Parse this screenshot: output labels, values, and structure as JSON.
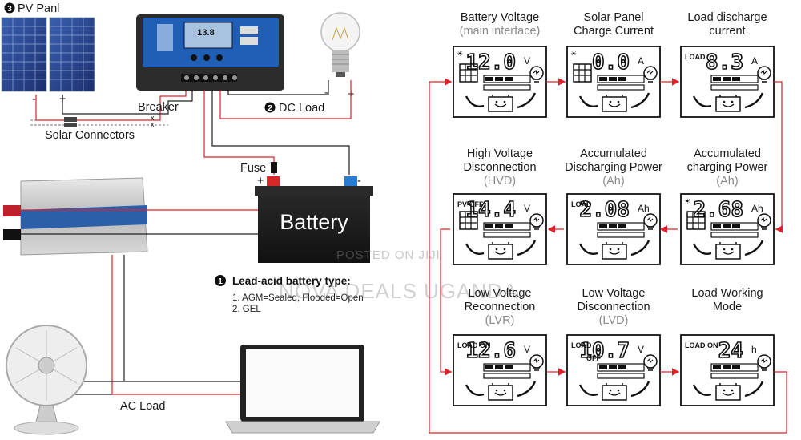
{
  "wiring": {
    "pv_panel_number": "3",
    "pv_panel_label": "PV Panl",
    "pv_minus": "-",
    "pv_plus": "+",
    "breaker_label": "Breaker",
    "solar_connectors_label": "Solar Connectors",
    "dc_load_number": "2",
    "dc_load_label": "DC Load",
    "dc_minus": "-",
    "dc_plus": "+",
    "fuse_label": "Fuse",
    "battery_label": "Battery",
    "battery_plus": "+",
    "battery_minus": "-",
    "battery_type_number": "1",
    "battery_type_title": "Lead-acid battery type:",
    "battery_type_1": "1. AGM=Sealed, Flooded=Open",
    "battery_type_2": "2. GEL",
    "ac_load_label": "AC Load",
    "controller_display": "13.8"
  },
  "watermark": {
    "posted": "POSTED ON JIJI",
    "seller": "NOVA DEALS UGANDA"
  },
  "modes": [
    {
      "title1": "Battery Voltage",
      "title2": "(main interface)",
      "tag": "",
      "value": "12.0",
      "unit": "V"
    },
    {
      "title1": "Solar Panel",
      "title2": "Charge Current",
      "tag": "",
      "value": "0.0",
      "unit": "A"
    },
    {
      "title1": "Load discharge",
      "title2": "current",
      "tag": "LOAD",
      "value": "8.3",
      "unit": "A"
    },
    {
      "title1": "High Voltage",
      "title2": "Disconnection",
      "title3": "(HVD)",
      "tag": "PV OFF",
      "value": "14.4",
      "unit": "V"
    },
    {
      "title1": "Accumulated",
      "title2": "Discharging Power",
      "title3": "(Ah)",
      "tag": "LOAD",
      "value": "2.08",
      "unit": "Ah"
    },
    {
      "title1": "Accumulated",
      "title2": "charging Power",
      "title3": "(Ah)",
      "tag": "",
      "value": "2.68",
      "unit": "Ah"
    },
    {
      "title1": "Low Voltage",
      "title2": "Reconnection",
      "title3": "(LVR)",
      "tag": "LOAD ON",
      "value": "12.6",
      "unit": "V"
    },
    {
      "title1": "Low Voltage",
      "title2": "Disconnection",
      "title3": "(LVD)",
      "tag": "LOAD",
      "tag2": "OFF",
      "value": "10.7",
      "unit": "V"
    },
    {
      "title1": "Load Working",
      "title2": "Mode",
      "tag": "LOAD ON",
      "value": "24",
      "unit": "h"
    }
  ]
}
